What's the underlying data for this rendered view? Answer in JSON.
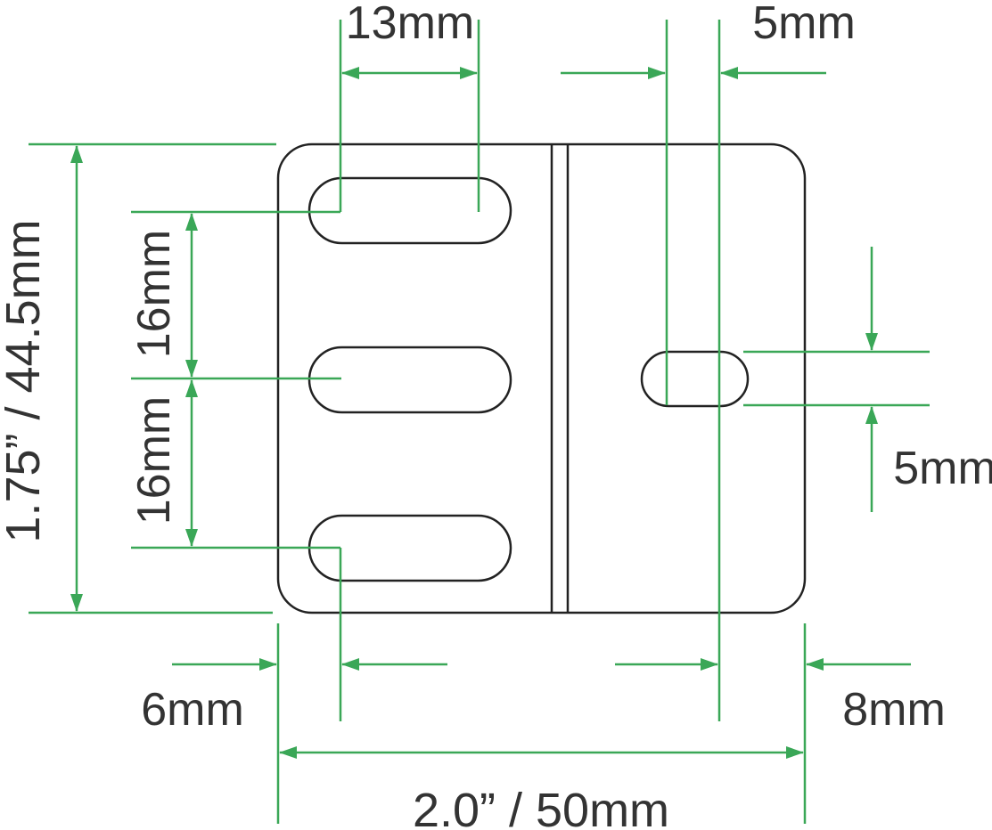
{
  "colors": {
    "dimension": "#3aa757",
    "outline": "#222222",
    "text": "#333333",
    "background": "#ffffff"
  },
  "labels": {
    "slot_length": "13mm",
    "hole_offset": "5mm",
    "slot_spacing_top": "16mm",
    "slot_spacing_bottom": "16mm",
    "height": "1.75” / 44.5mm",
    "hole_height": "5mm",
    "left_margin": "6mm",
    "right_margin": "8mm",
    "width": "2.0” / 50mm"
  }
}
